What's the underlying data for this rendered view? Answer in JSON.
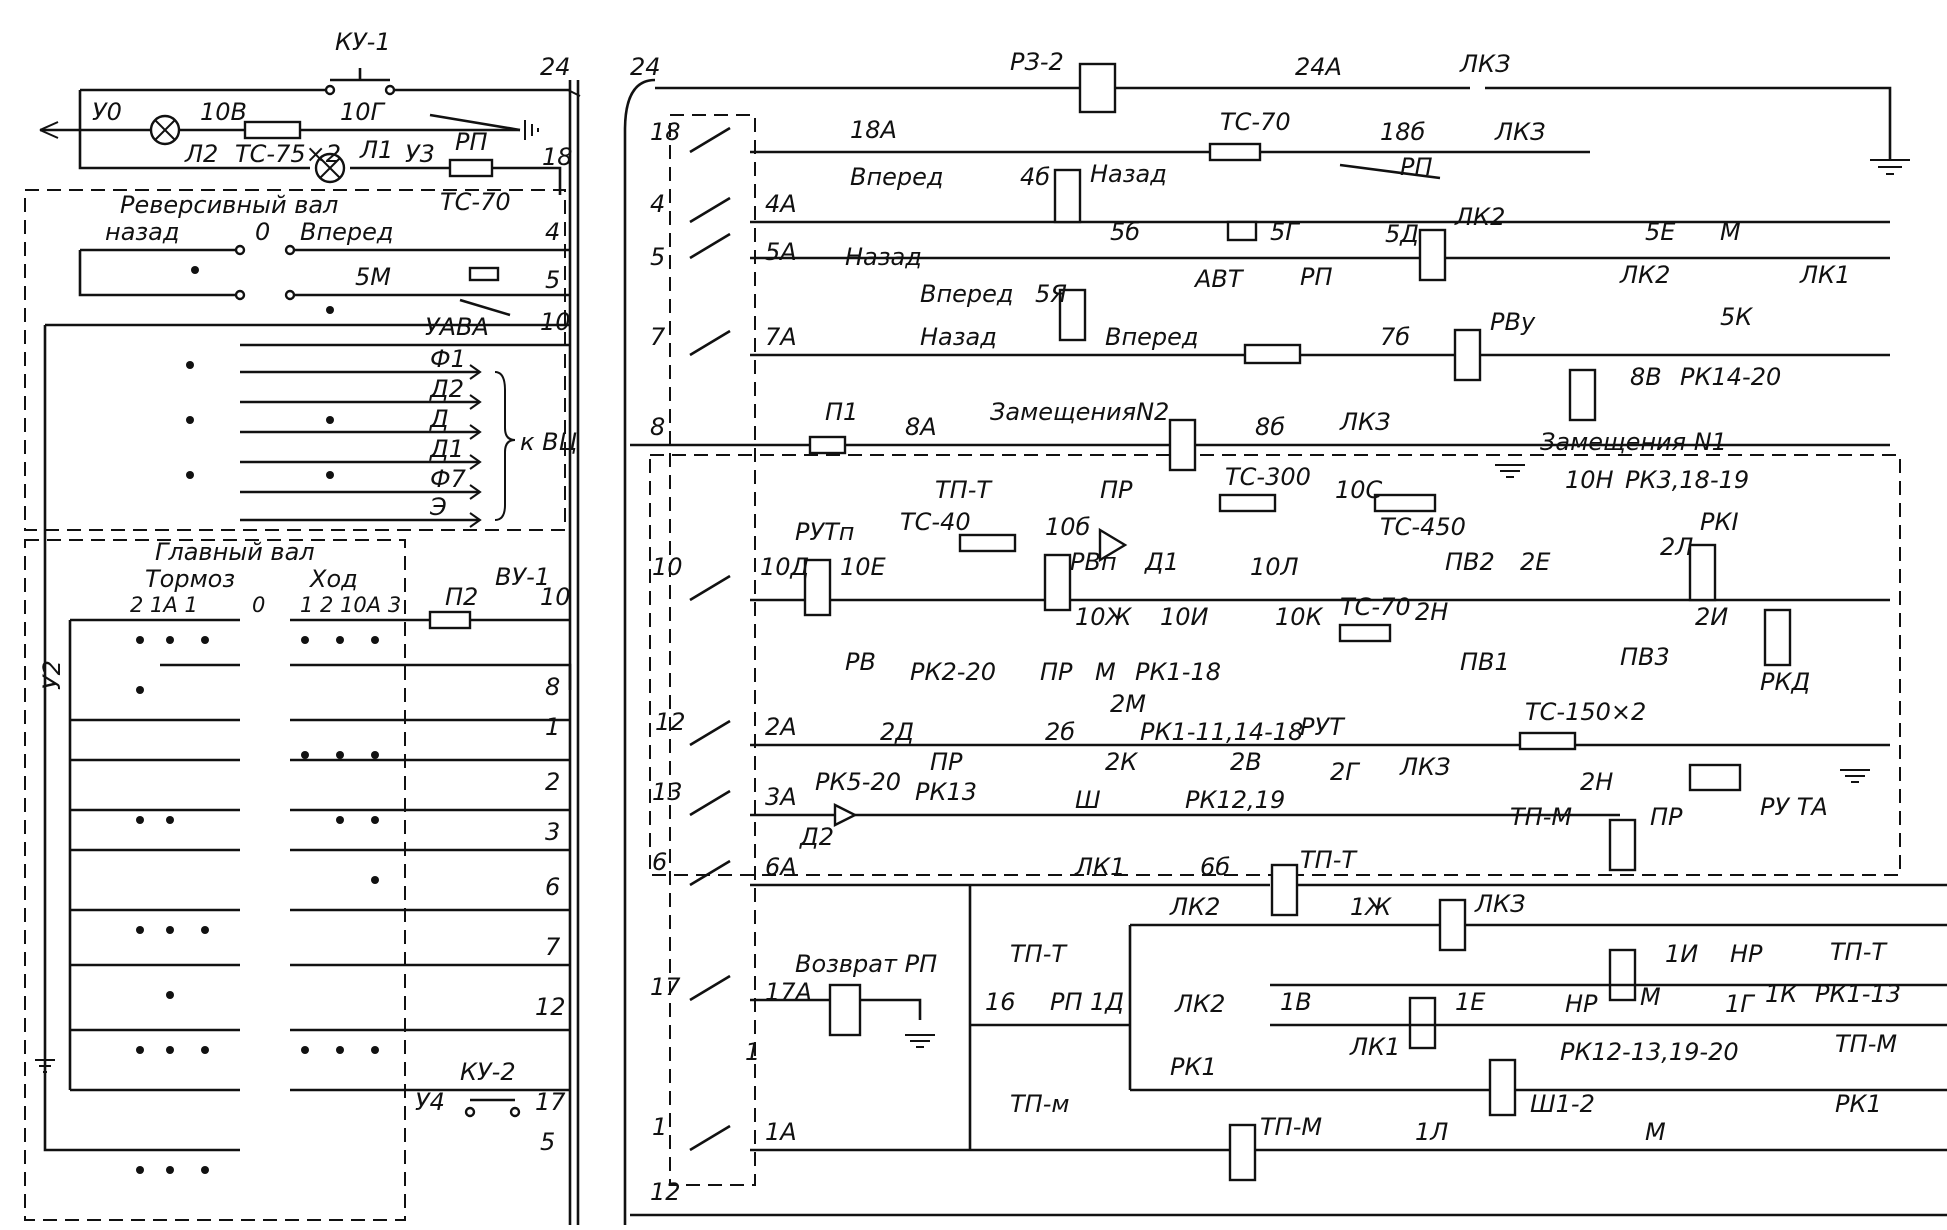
{
  "left_panel": {
    "top_switch": "КУ-1",
    "wire_24_left": "24",
    "wire_24_right": "24",
    "y0": "У0",
    "w10v": "10В",
    "w10g": "10Г",
    "l2": "Л2",
    "ts75": "ТС-75×2",
    "l1": "Л1",
    "y3": "У3",
    "rp": "РП",
    "ts70": "ТС-70",
    "w18": "18",
    "rev_title": "Реверсивный  вал",
    "rev_back": "назад",
    "rev_zero": "0",
    "rev_fwd": "Вперед",
    "w4": "4",
    "w5m": "5М",
    "w5": "5",
    "uava": "УАВА",
    "w10a": "10",
    "f1": "Ф1",
    "d2": "Д2",
    "d": "Д",
    "d1": "Д1",
    "f7": "Ф7",
    "e": "Э",
    "kvc": "к ВЦ",
    "main_title": "Главный  вал",
    "brake": "Тормоз",
    "move": "Ход",
    "pos_left": "2   1А   1",
    "pos_zero": "0",
    "pos_right": "1   2 10А 3",
    "p2": "П2",
    "vu1": "ВУ-1",
    "w10b": "10",
    "w8": "8",
    "w1": "1",
    "w2": "2",
    "w3": "3",
    "w6": "6",
    "w7": "7",
    "w12": "12",
    "y2": "У2",
    "y4": "У4",
    "ku2": "КУ-2",
    "w17": "17",
    "w5b": "5"
  },
  "terminal_block": {
    "numbers": [
      "18",
      "4",
      "5",
      "7",
      "8",
      "10",
      "12",
      "13",
      "6",
      "17",
      "1",
      "12"
    ]
  },
  "right_panel": {
    "rz2": "РЗ-2",
    "w24a": "24А",
    "lk3_a": "ЛКЗ",
    "w18a": "18А",
    "ts70_a": "ТС-70",
    "w18b": "18б",
    "lk3_b": "ЛКЗ",
    "rp_a": "РП",
    "fwd_a": "Вперед",
    "w4b": "4б",
    "back_a": "Назад",
    "w4a": "4А",
    "w5b": "5б",
    "w5a": "5А",
    "back_b": "Назад",
    "avt": "АВТ",
    "w5g": "5Г",
    "rp_b": "РП",
    "w5d": "5Д",
    "lk2_a": "ЛК2",
    "w5e": "5Е",
    "m_a": "М",
    "lk2_b": "ЛК2",
    "lk1_a": "ЛК1",
    "w5k": "5К",
    "fwd_b": "Вперед",
    "w5ya": "5Я",
    "back_c": "Назад",
    "fwd_c": "Вперед",
    "w7a": "7А",
    "w7b": "7б",
    "rvu": "РВу",
    "w8v": "8В",
    "rk14": "РК14-20",
    "p1": "П1",
    "w8a": "8А",
    "zam2": "ЗамещенияN2",
    "w8b": "8б",
    "lk3_c": "ЛКЗ",
    "zam1": "Замещения N1",
    "tpt_a": "ТП-Т",
    "pr_a": "ПР",
    "ts300": "ТС-300",
    "w10c": "10С",
    "w10n": "10Н",
    "rk3": "РК3,18-19",
    "rutp": "РУТп",
    "ts40": "ТС-40",
    "w10b": "10б",
    "ts450": "ТС-450",
    "rki": "РКI",
    "w10d": "10Д",
    "w10e": "10Е",
    "rvp": "РВп",
    "d1r": "Д1",
    "w10l": "10Л",
    "pv2": "ПВ2",
    "w2e": "2Е",
    "w2l": "2Л",
    "w10zh": "10Ж",
    "w10i": "10И",
    "w10k": "10К",
    "ts70_b": "ТС-70",
    "w2n_a": "2Н",
    "pv1": "ПВ1",
    "pv3": "ПВ3",
    "w2i": "2И",
    "rkd": "РКД",
    "rk220": "РК2-20",
    "rv": "РВ",
    "pr_b": "ПР",
    "m_b": "М",
    "rk118": "РК1-18",
    "w2m": "2М",
    "w2d": "2Д",
    "w2a": "2А",
    "pr_c": "ПР",
    "w2b": "2б",
    "rk111": "РК1-11,14-18",
    "w2v": "2В",
    "rut": "РУТ",
    "w2g": "2Г",
    "lk3_d": "ЛКЗ",
    "ts150": "ТС-150×2",
    "rk520": "РК5-20",
    "rk13": "РК13",
    "w2k": "2К",
    "sh": "Ш",
    "rk1219": "РК12,19",
    "w2n_b": "2Н",
    "ruta": "РУ ТА",
    "w3a": "3А",
    "d2r": "Д2",
    "tpm_a": "ТП-М",
    "pr_d": "ПР",
    "w6a": "6А",
    "lk1_b": "ЛК1",
    "w6b": "6б",
    "tpt_b": "ТП-Т",
    "lk2_c": "ЛК2",
    "w1zh": "1Ж",
    "lk3_e": "ЛКЗ",
    "return_rp": "Возврат РП",
    "tpt_c": "ТП-Т",
    "w1i": "1И",
    "hp_a": "НР",
    "tpt_d": "ТП-Т",
    "m_c": "М",
    "w1g": "1Г",
    "w1k": "1К",
    "rk113": "РК1-13",
    "w17a": "17А",
    "w16": "16",
    "rp_c": "РП",
    "w1d": "1Д",
    "lk2_d": "ЛК2",
    "w18v": "1В",
    "w1e": "1Е",
    "hp_b": "НР",
    "lk1_c": "ЛК1",
    "rk1213": "РК12-13,19-20",
    "tpm_b": "ТП-М",
    "rk1_a": "РК1",
    "tpm_c": "ТП-м",
    "sh12": "Ш1-2",
    "rk1_b": "РК1",
    "w1a": "1А",
    "tpm_d": "ТП-М",
    "w1l": "1Л",
    "m_d": "М",
    "one_right": "1"
  }
}
